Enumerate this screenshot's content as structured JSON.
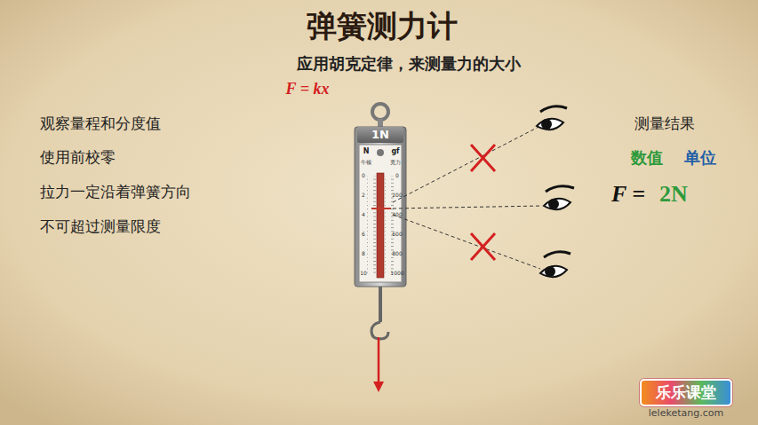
{
  "diagram": {
    "title": "弹簧测力计",
    "nodes": [
      {
        "text": [
          "1N"
        ]
      },
      {
        "text": [
          "乐乐课堂",
          "leleketang.com"
        ]
      }
    ],
    "labels": [
      "应用胡克定律，来测量力的大小",
      "F = kx",
      "观察量程和分度值",
      "使用前校零",
      "拉力一定沿着弹簧方向",
      "不可超过测量限度",
      "N",
      "gf",
      "牛顿",
      "克力",
      "0",
      "2",
      "4",
      "6",
      "8",
      "10",
      "0",
      "200",
      "400",
      "600",
      "800",
      "1000",
      "测量结果",
      "数值",
      "单位",
      "F =",
      "2N"
    ]
  }
}
